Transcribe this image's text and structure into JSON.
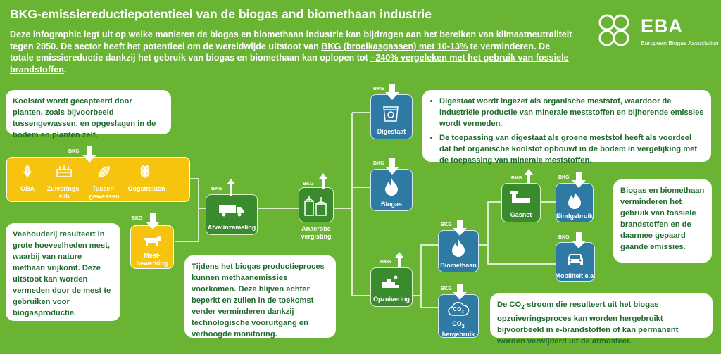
{
  "title": "BKG-emissiereductiepotentieel van de biogas and biomethaan industrie",
  "intro": {
    "part1": "Deze infographic legt uit op welke manieren de biogas en biomethaan industrie kan bijdragen aan het bereiken van klimaatneutraliteit tegen 2050. De sector heeft het potentieel om de wereldwijde uitstoot van ",
    "link1": "BKG (broeikasgassen) met 10-13%",
    "part2": " te verminderen. De totale emissiereductie dankzij het gebruik van biogas en biomethaan kan oplopen tot ",
    "link2": "–240% vergeleken met het gebruik van fossiele brandstoffen",
    "part3": "."
  },
  "logo": {
    "name": "EBA",
    "sub": "European Biogas Association"
  },
  "bkg": "BKG",
  "cards": {
    "carbon": "Koolstof wordt gecapteerd door planten, zoals bijvoorbeeld tussengewassen, en opgeslagen in de bodem en planten zelf.",
    "livestock": "Veehouderij resulteert in grote hoeveelheden mest, waarbij van nature methaan vrijkomt. Deze uitstoot kan worden vermeden door de mest te gebruiken voor biogasproductie.",
    "process": "Tijdens het biogas productieproces kunnen methaanemissies voorkomen. Deze blijven echter beperkt en zullen in de toekomst verder verminderen dankzij technologische vooruitgang en verhoogde monitoring.",
    "digestate1": "Digestaat wordt ingezet als organische meststof, waardoor de industriële productie van minerale meststoffen en bijhorende emissies wordt vermeden.",
    "digestate2": "De toepassing van digestaat als groene meststof heeft als voordeel dat het organische koolstof opbouwt in de bodem in vergelijking met de toepassing van minerale meststoffen.",
    "fossil": "Biogas en biomethaan verminderen het gebruik van fossiele brandstoffen en de daarmee gepaard gaande emissies.",
    "co2_prefix": "De CO",
    "co2_sub": "2",
    "co2_rest": "-stroom die resulteert uit het biogas opzuiveringsproces kan worden hergebruikt bijvoorbeeld in e-brandstoffen of kan permanent worden verwijderd uit de atmosfeer."
  },
  "feedstock": [
    {
      "label": "OBA",
      "icon": "corn-icon"
    },
    {
      "label": "Zuiverings-\nslib",
      "icon": "sludge-icon"
    },
    {
      "label": "Tussen-\ngewassen",
      "icon": "leaf-icon"
    },
    {
      "label": "Oogstresten",
      "icon": "wheat-icon"
    }
  ],
  "nodes": {
    "mest": "Mest-\nbewerking",
    "afval": "Afvalinzameling",
    "anaerobe": "Anaerobe\nvergisting",
    "digestaat": "Digestaat",
    "biogas": "Biogas",
    "opzuivering": "Opzuivering",
    "biomethaan": "Biomethaan",
    "co2": "CO",
    "co2_sub": "2",
    "co2_label": "hergebruik",
    "gasnet": "Gasnet",
    "eindgebruik": "Eindgebruik",
    "mobiliteit": "Mobiliteit e.a."
  },
  "colors": {
    "background": "#6ab433",
    "yellow": "#f6c40f",
    "green": "#3a8a2e",
    "blue": "#2f7aa5",
    "text": "#1f6b2e"
  }
}
